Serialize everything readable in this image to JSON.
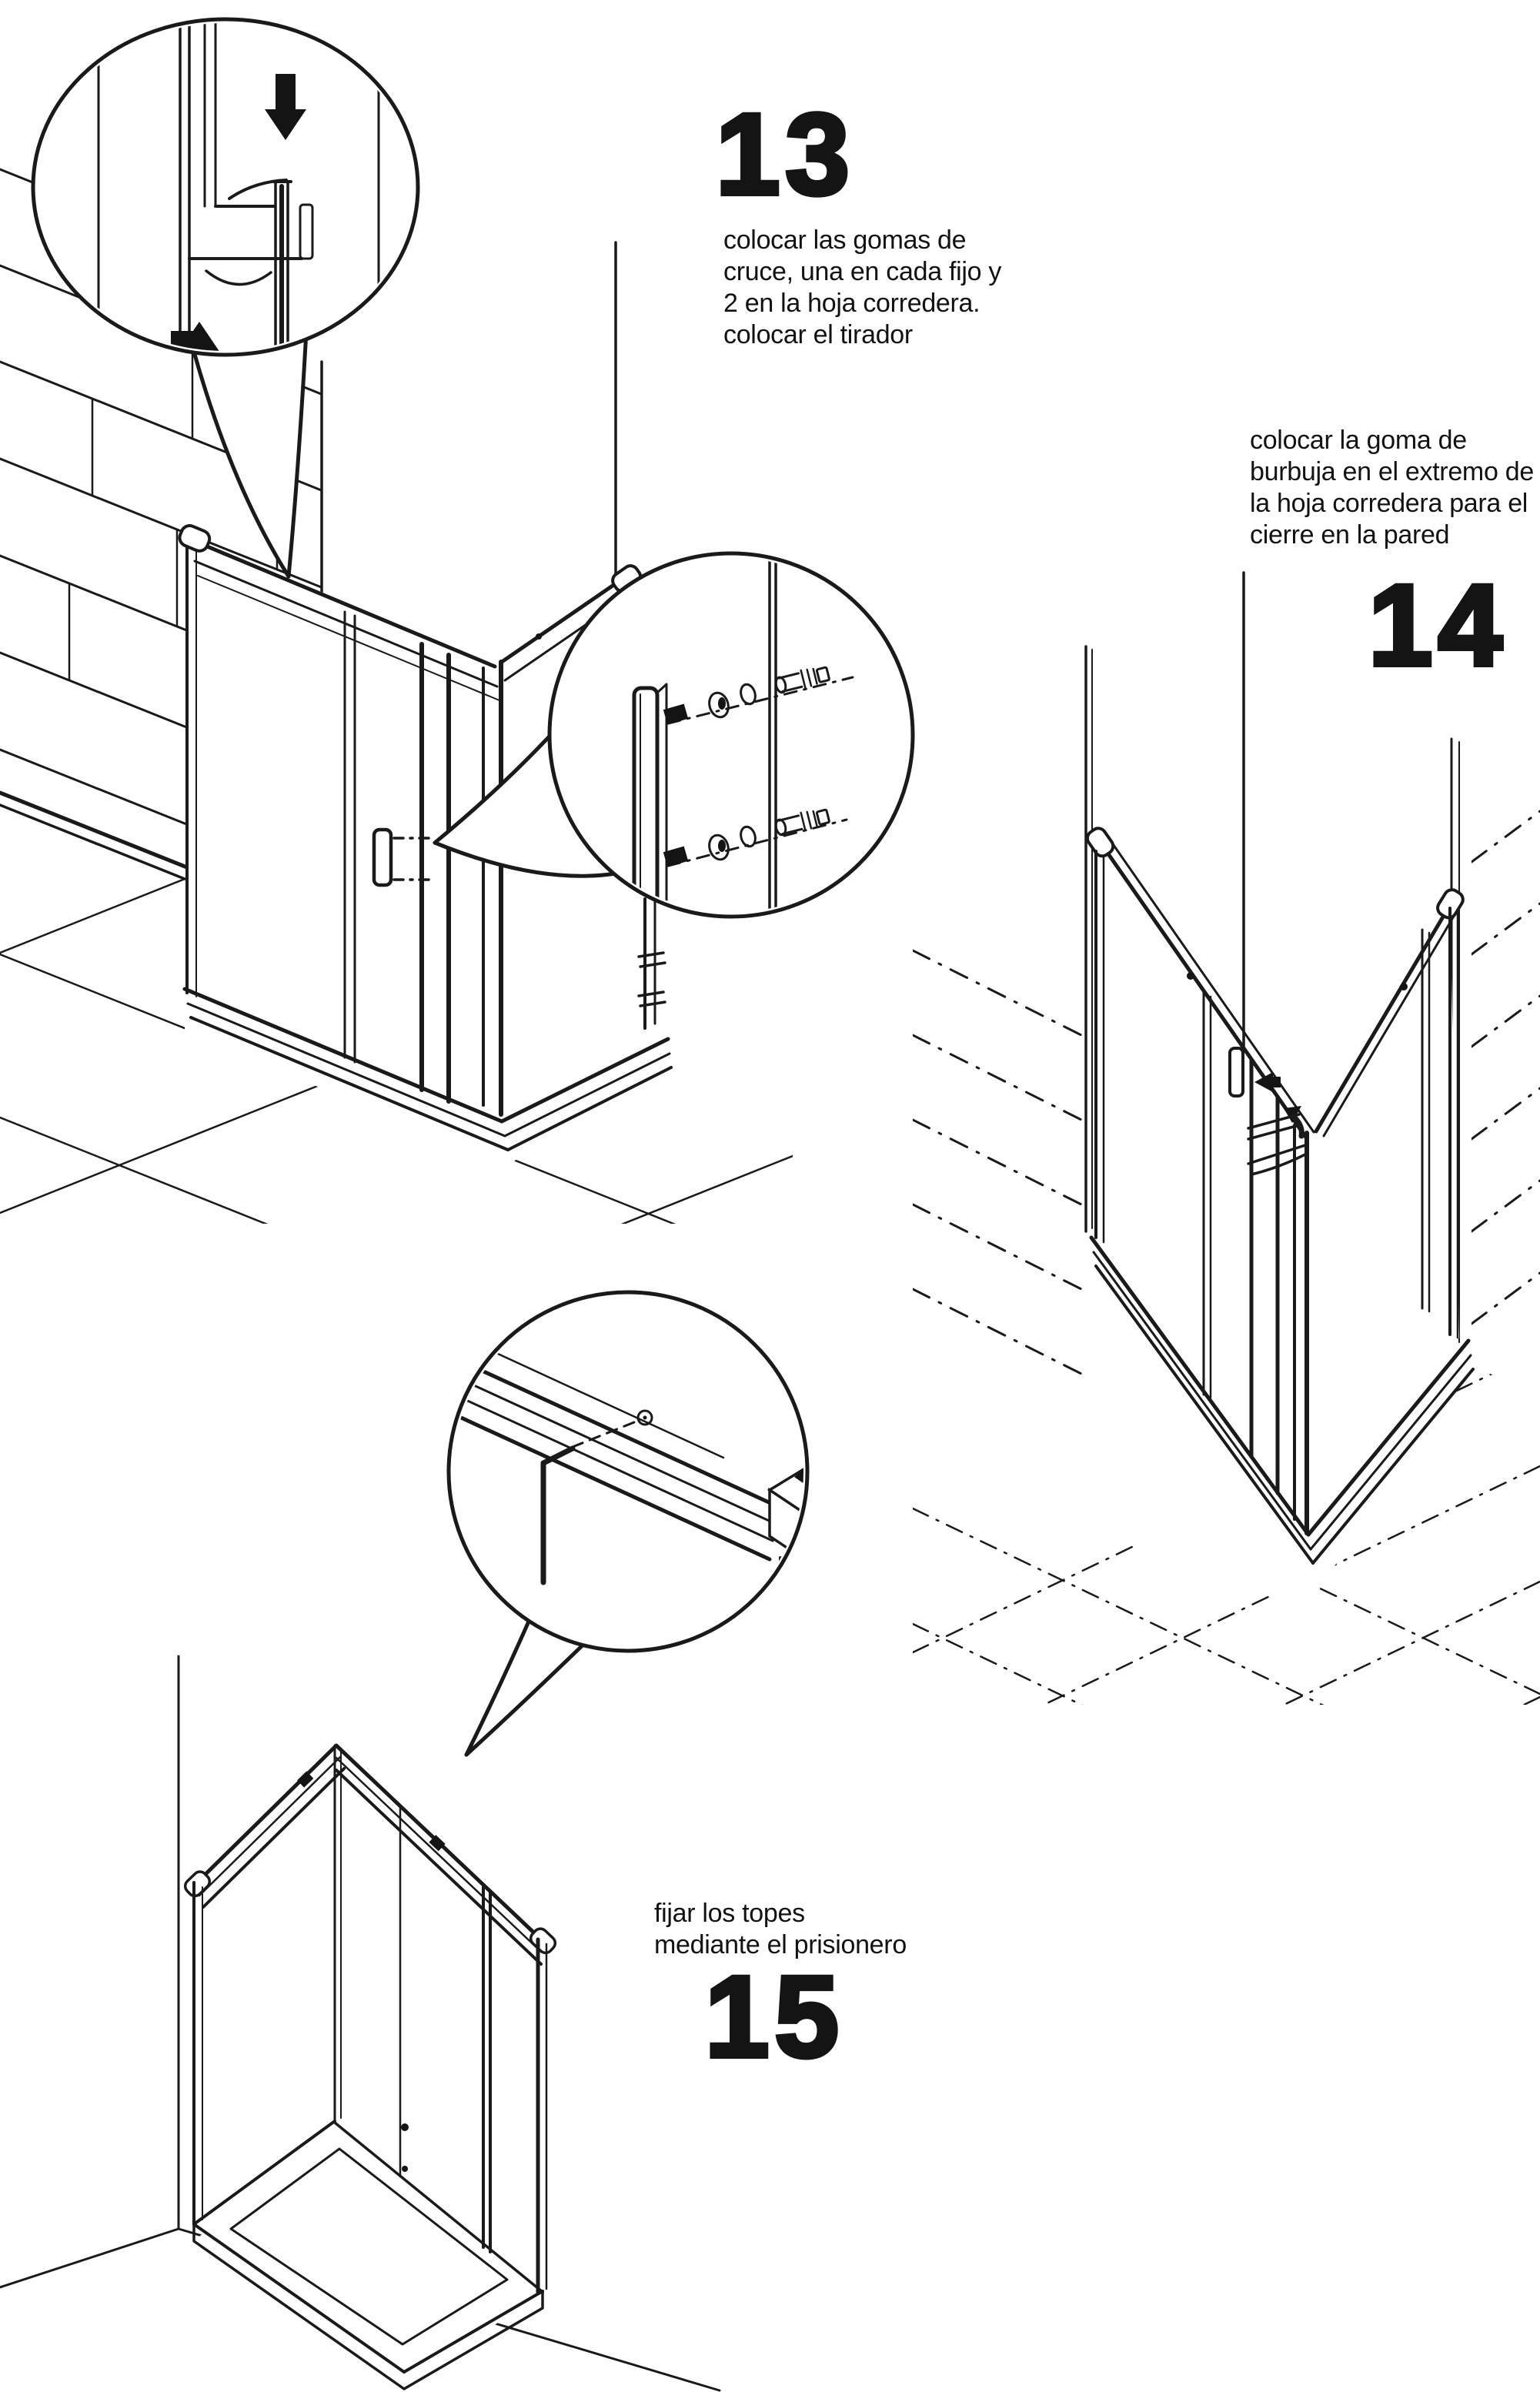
{
  "page": {
    "type": "assembly-instructions-page",
    "language": "es",
    "paper_color": "#ffffff",
    "ink_color": "#1a1a1a"
  },
  "steps": [
    {
      "number": "13",
      "description": "colocar las gomas de\ncruce, una en cada fijo y\n2 en la hoja corredera.\ncolocar el tirador"
    },
    {
      "number": "14",
      "description": "colocar la goma de\nburbuja en el extremo de\nla hoja corredera para el\ncierre en la pared"
    },
    {
      "number": "15",
      "description": "fijar los topes\nmediante el prisionero"
    }
  ],
  "icons": {
    "arrow_down": "↓",
    "arrow_up": "↑",
    "arrow_left": "←",
    "allen_key": "⌐",
    "detail_bubble": "○"
  }
}
